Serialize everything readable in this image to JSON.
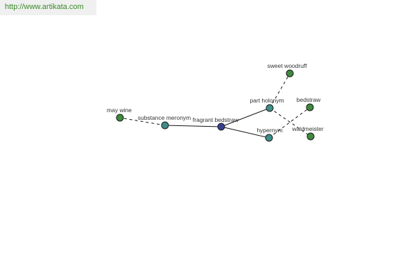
{
  "watermark": {
    "text": "http://www.artikata.com"
  },
  "colors": {
    "center_node": "#3a3f8f",
    "relation_node": "#3e8f8a",
    "leaf_node": "#3f8a3f",
    "watermark_text": "#3a8a2a"
  },
  "graph": {
    "nodes": [
      {
        "id": "fragrant-bedstraw",
        "label": "fragrant bedstraw",
        "kind": "center"
      },
      {
        "id": "substance-meronym",
        "label": "substance meronym",
        "kind": "relation"
      },
      {
        "id": "part-holonym",
        "label": "part holonym",
        "kind": "relation"
      },
      {
        "id": "hypernym",
        "label": "hypernym",
        "kind": "relation"
      },
      {
        "id": "may-wine",
        "label": "may wine",
        "kind": "leaf"
      },
      {
        "id": "sweet-woodruff",
        "label": "sweet woodruff",
        "kind": "leaf"
      },
      {
        "id": "bedstraw",
        "label": "bedstraw",
        "kind": "leaf"
      },
      {
        "id": "waldmeister",
        "label": "waldmeister",
        "kind": "leaf"
      }
    ],
    "edges": [
      {
        "from": "fragrant-bedstraw",
        "to": "substance-meronym",
        "style": "solid"
      },
      {
        "from": "fragrant-bedstraw",
        "to": "part-holonym",
        "style": "solid"
      },
      {
        "from": "fragrant-bedstraw",
        "to": "hypernym",
        "style": "solid"
      },
      {
        "from": "substance-meronym",
        "to": "may-wine",
        "style": "dashed"
      },
      {
        "from": "part-holonym",
        "to": "sweet-woodruff",
        "style": "dashed"
      },
      {
        "from": "part-holonym",
        "to": "waldmeister",
        "style": "dashed"
      },
      {
        "from": "hypernym",
        "to": "bedstraw",
        "style": "dashed"
      }
    ]
  }
}
